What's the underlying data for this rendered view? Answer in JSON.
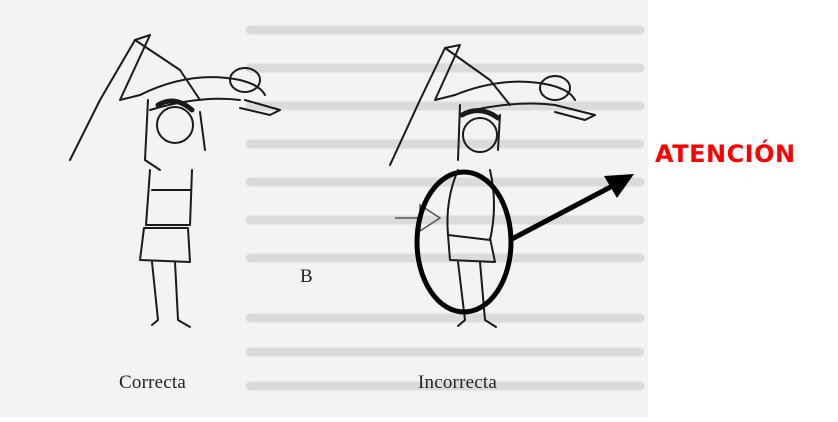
{
  "figure": {
    "label_b": "B",
    "left_caption": "Correcta",
    "right_caption": "Incorrecta"
  },
  "callout": {
    "text": "ATENCIÓN",
    "color": "#ff0000"
  }
}
